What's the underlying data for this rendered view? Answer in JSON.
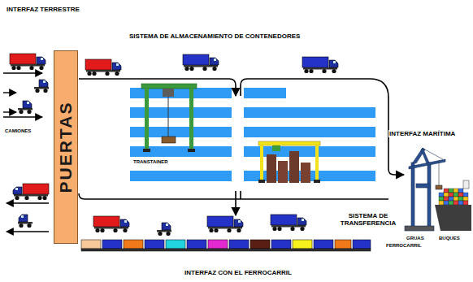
{
  "diagram": {
    "nodes": [
      {
        "text": [
          "PUERTAS"
        ]
      }
    ],
    "labels": [
      "INTERFAZ TERRESTRE",
      "SISTEMA DE ALMACENAMIENTO DE CONTENEDORES",
      "CAMIONES",
      "TRANSTAINER",
      "INTERFAZ MARÍTIMA",
      "SISTEMA DE TRANSFERENCIA",
      "GRUAS",
      "BUQUES",
      "FERROCARRIL",
      "INTERFAZ CON EL FERROCARRIL"
    ]
  }
}
